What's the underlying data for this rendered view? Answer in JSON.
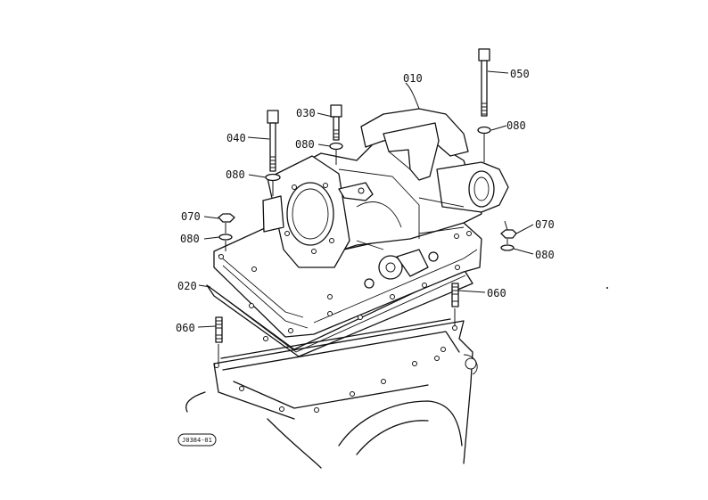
{
  "parts": [
    {
      "id": "p010",
      "label": "010"
    },
    {
      "id": "p020",
      "label": "020"
    },
    {
      "id": "p030",
      "label": "030"
    },
    {
      "id": "p040",
      "label": "040"
    },
    {
      "id": "p050",
      "label": "050"
    },
    {
      "id": "p060a",
      "label": "060"
    },
    {
      "id": "p060b",
      "label": "060"
    },
    {
      "id": "p070a",
      "label": "070"
    },
    {
      "id": "p070b",
      "label": "070"
    },
    {
      "id": "p080a",
      "label": "080"
    },
    {
      "id": "p080b",
      "label": "080"
    },
    {
      "id": "p080c",
      "label": "080"
    },
    {
      "id": "p080d",
      "label": "080"
    },
    {
      "id": "p080e",
      "label": "080"
    }
  ],
  "drawing_ref": "J0384-01"
}
